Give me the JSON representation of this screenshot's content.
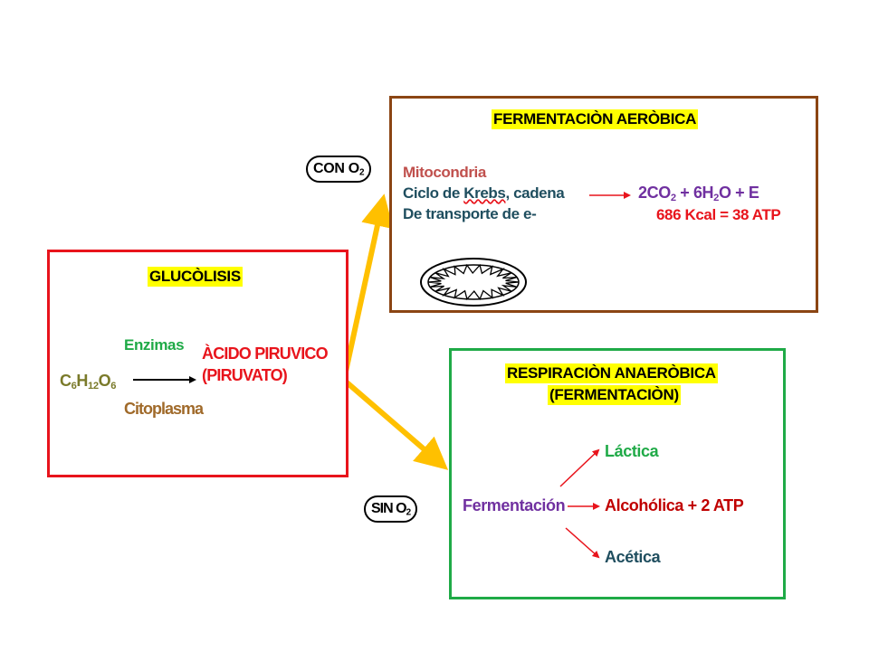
{
  "pills": {
    "con_o2": "CON  O",
    "con_o2_sub": "2",
    "sin_o2": "SIN O",
    "sin_o2_sub": "2"
  },
  "glycolysis": {
    "title": "GLUCÒLISIS",
    "formula_c": "C",
    "formula_c_n": "6",
    "formula_h": "H",
    "formula_h_n": "12",
    "formula_o": "O",
    "formula_o_n": "6",
    "enzymes": "Enzimas",
    "cytoplasm": "Citoplasma",
    "product_line1": "ÀCIDO PIRUVICO",
    "product_line2": "(PIRUVATO)"
  },
  "aerobic": {
    "title": "FERMENTACIÒN AERÒBICA",
    "line1": "Mitocondria",
    "line2_a": "Ciclo de ",
    "line2_b": "Krebs",
    "line2_c": ", cadena",
    "line3": "De transporte de  e-",
    "prod_co2": "2CO",
    "prod_co2_sub": "2",
    "prod_plus1": " +    6H",
    "prod_h2o_sub": "2",
    "prod_h2o_rest": "O    +    E",
    "energy": "686 Kcal = 38 ATP"
  },
  "anaerobic": {
    "title_line1": "RESPIRACIÒN ANAERÒBICA",
    "title_line2": "(FERMENTACIÒN)",
    "source": "Fermentación",
    "lactic": "Láctica",
    "alcoholic": "Alcohólica  +  2 ATP",
    "acetic": "Acética"
  },
  "colors": {
    "red": "#e8141c",
    "brown": "#8b4513",
    "green": "#1faa47",
    "yellow_arrow": "#ffc000",
    "purple": "#7030a0",
    "dark_teal": "#1f4e5f",
    "mito_red": "#c0504d",
    "olive_brown": "#a06a2a",
    "formula_olive": "#7a7a2a"
  }
}
